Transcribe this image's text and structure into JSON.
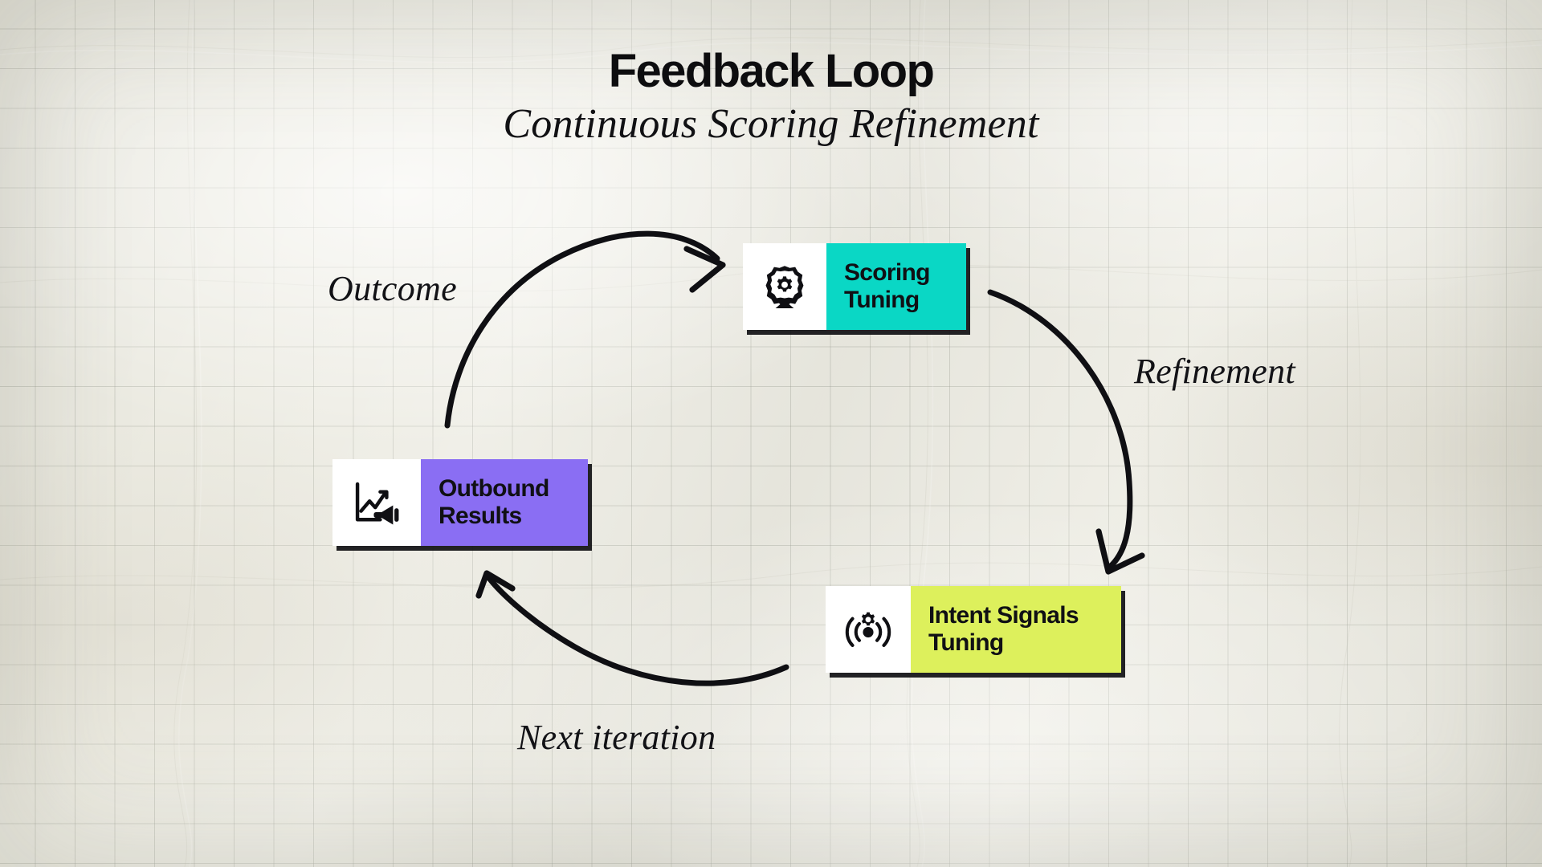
{
  "document": {
    "title": "Feedback Loop",
    "subtitle": "Continuous Scoring Refinement"
  },
  "theme": {
    "paper_color": "#ECEBE2",
    "grid_line_color": "#96988C",
    "ink_color": "#101014",
    "node_icon_panel": "#FFFFFF"
  },
  "diagram": {
    "type": "cycle",
    "nodes": [
      {
        "id": "scoring-tuning",
        "label": "Scoring\nTuning",
        "label_line1": "Scoring",
        "label_line2": "Tuning",
        "accent_color": "#0AD7C5",
        "icon": "badge-gear-icon",
        "position": "top"
      },
      {
        "id": "intent-signals-tuning",
        "label": "Intent Signals\nTuning",
        "label_line1": "Intent Signals",
        "label_line2": "Tuning",
        "accent_color": "#DDF05C",
        "icon": "signal-gear-icon",
        "position": "bottom-right"
      },
      {
        "id": "outbound-results",
        "label": "Outbound\nResults",
        "label_line1": "Outbound",
        "label_line2": "Results",
        "accent_color": "#8A6EF3",
        "icon": "chart-megaphone-icon",
        "position": "left"
      }
    ],
    "edges": [
      {
        "id": "edge-refinement",
        "label": "Refinement",
        "from": "scoring-tuning",
        "to": "intent-signals-tuning"
      },
      {
        "id": "edge-next",
        "label": "Next iteration",
        "from": "intent-signals-tuning",
        "to": "outbound-results"
      },
      {
        "id": "edge-outcome",
        "label": "Outcome",
        "from": "outbound-results",
        "to": "scoring-tuning"
      }
    ]
  }
}
